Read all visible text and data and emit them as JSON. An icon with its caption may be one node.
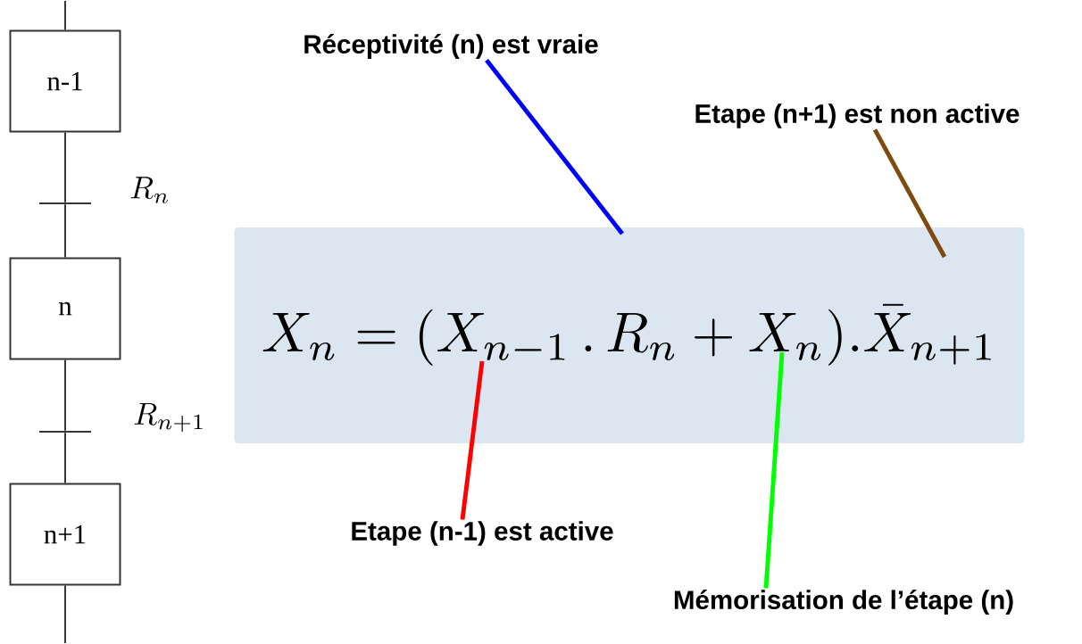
{
  "diagram": {
    "nodes": [
      {
        "text": [
          "n-1"
        ]
      },
      {
        "text": [],
        "shape": "bar",
        "beside": [
          "R_n"
        ]
      },
      {
        "text": [
          "n"
        ]
      },
      {
        "text": [],
        "shape": "bar",
        "beside": [
          "R_{n+1}"
        ]
      },
      {
        "text": [
          "n+1"
        ]
      },
      {
        "text": [
          "X_n = (X_{n-1} \\,.\\, R_n + X_n) . \\bar{X}_{n+1}"
        ]
      },
      {
        "text": [
          "Réceptivité (n) est vraie"
        ]
      },
      {
        "text": [
          "Etape (n+1) est non active"
        ]
      },
      {
        "text": [
          "Etape (n-1) est active"
        ]
      },
      {
        "text": [
          "Mémorisation de l’étape (n)"
        ]
      }
    ],
    "edges": [
      {
        "from": null,
        "to": 0,
        "arrow": "none"
      },
      {
        "from": 0,
        "to": 1,
        "arrow": "none"
      },
      {
        "from": 1,
        "to": 2,
        "arrow": "none"
      },
      {
        "from": 2,
        "to": 3,
        "arrow": "none"
      },
      {
        "from": 3,
        "to": 4,
        "arrow": "none"
      },
      {
        "from": 4,
        "to": null,
        "arrow": "none"
      },
      {
        "from": 6,
        "to": 5,
        "arrow": "none",
        "style": "thick",
        "color": "#0000ff"
      },
      {
        "from": 7,
        "to": 5,
        "arrow": "none",
        "style": "thick",
        "color": "#7f4a10"
      },
      {
        "from": 8,
        "to": 5,
        "arrow": "none",
        "style": "thick",
        "color": "#ff0000"
      },
      {
        "from": 9,
        "to": 5,
        "arrow": "none",
        "style": "thick",
        "color": "#00ff00"
      }
    ]
  }
}
